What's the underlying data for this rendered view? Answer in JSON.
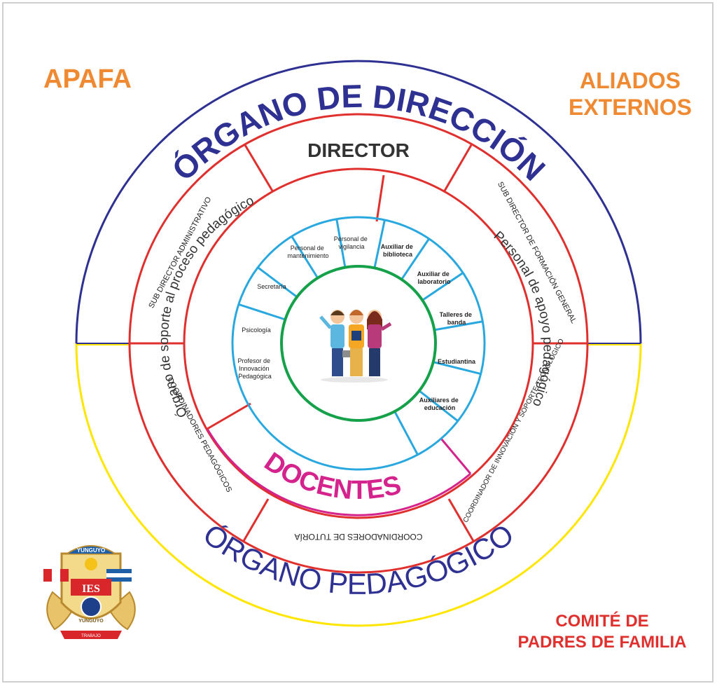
{
  "corners": {
    "apafa": "APAFA",
    "aliados_line1": "ALIADOS",
    "aliados_line2": "EXTERNOS",
    "comite_line1": "COMITÉ DE",
    "comite_line2": "PADRES DE FAMILIA"
  },
  "outer_ring": {
    "top": "ÓRGANO DE DIRECCIÓN",
    "bottom": "ÓRGANO PEDAGÓGICO"
  },
  "middle_ring": {
    "director": "DIRECTOR",
    "left": "SUB DIRECTOR ADMINISTRATIVO",
    "right": "SUB DIRECTOR DE FORMACIÓN GENERAL",
    "lower_left": "COORDINADORES PEDAGÓGICOS",
    "lower_right": "COORDINADOR DE INNOVACIÓN Y SOPORTE TECNOLÓGICO",
    "bottom": "COORDINADORES DE TUTORÍA"
  },
  "inner_ring": {
    "left_title": "Órgano de soporte al proceso pedagógico",
    "right_title": "Personal de apoyo pedagógico",
    "docentes": "DOCENTES"
  },
  "cyan_ring": {
    "left": [
      {
        "line1": "Profesor de",
        "line2": "Innovación",
        "line3": "Pedagógica"
      },
      {
        "line1": "Psicología"
      },
      {
        "line1": "Secretaría"
      },
      {
        "line1": "Personal de",
        "line2": "mantenimiento"
      },
      {
        "line1": "Personal de",
        "line2": "vigilancia"
      }
    ],
    "right": [
      {
        "line1": "Auxiliar de",
        "line2": "biblioteca"
      },
      {
        "line1": "Auxiliar de",
        "line2": "laboratorio"
      },
      {
        "line1": "Talleres de",
        "line2": "banda"
      },
      {
        "line1": "Estudiantina"
      },
      {
        "line1": "Auxiliares de",
        "line2": "educación"
      }
    ]
  },
  "logo": {
    "top_text": "YUNGUYO",
    "letters": "IES",
    "middle_text": "YUNGUYO",
    "banner": "TRABAJO"
  },
  "colors": {
    "navy": "#2e3192",
    "yellow": "#ffe600",
    "red": "#e0302e",
    "magenta": "#d4238c",
    "cyan": "#29a8df",
    "green": "#15a14a",
    "orange": "#f08a32"
  }
}
